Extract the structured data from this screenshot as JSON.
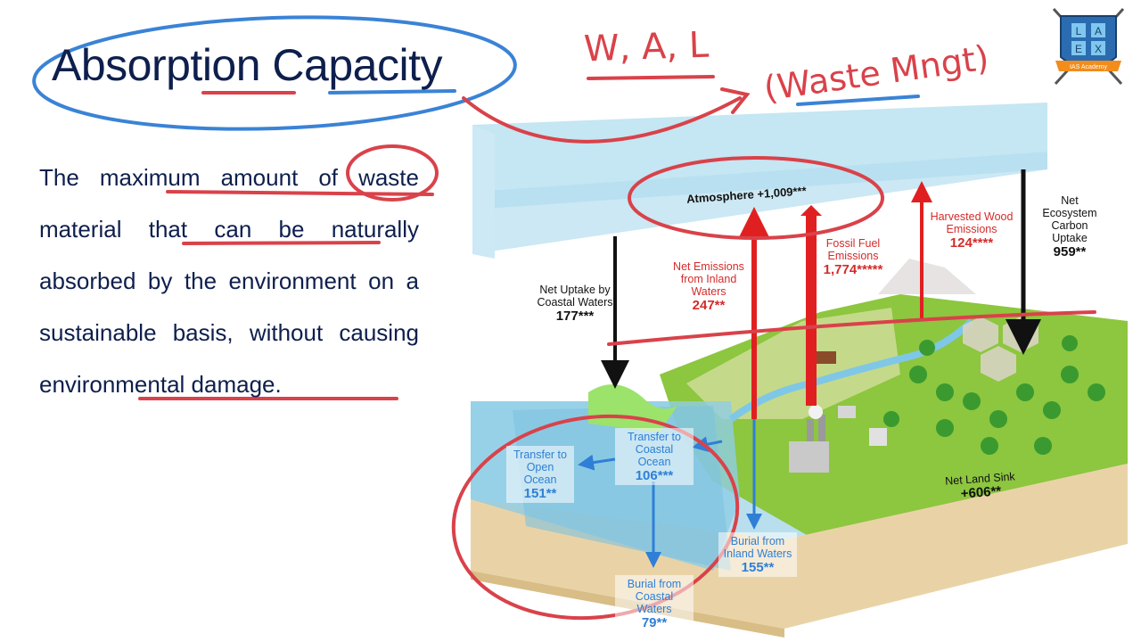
{
  "slide": {
    "title": "Absorption Capacity",
    "definition": "The maximum amount of waste material that can be naturally absorbed by the environment on a sustainable basis, without causing environmental damage."
  },
  "annotations": {
    "handwritten_1": "W, A, L",
    "handwritten_2": "(Waste Mngt)"
  },
  "logo": {
    "letters": [
      "L",
      "A",
      "E",
      "X"
    ],
    "caption": "IAS Academy"
  },
  "diagram": {
    "atmosphere": {
      "label": "Atmosphere",
      "value": "+1,009***"
    },
    "net_uptake_coastal": {
      "label": "Net Uptake by Coastal Waters",
      "value": "177***"
    },
    "net_emissions_inland": {
      "label": "Net Emissions from Inland Waters",
      "value": "247**"
    },
    "fossil_fuel": {
      "label": "Fossil Fuel Emissions",
      "value": "1,774*****"
    },
    "harvested_wood": {
      "label": "Harvested Wood Emissions",
      "value": "124****"
    },
    "net_ecosystem_uptake": {
      "label": "Net Ecosystem Carbon Uptake",
      "value": "959**"
    },
    "transfer_open_ocean": {
      "label": "Transfer to Open Ocean",
      "value": "151**"
    },
    "transfer_coastal_ocean": {
      "label": "Transfer to Coastal Ocean",
      "value": "106***"
    },
    "burial_inland": {
      "label": "Burial from Inland Waters",
      "value": "155**"
    },
    "burial_coastal": {
      "label": "Burial from Coastal Waters",
      "value": "79**"
    },
    "net_land_sink": {
      "label": "Net Land Sink",
      "value": "+606**"
    }
  },
  "colors": {
    "title": "#0e1f4d",
    "annotation_red": "#d9424a",
    "annotation_blue": "#3a83d6",
    "emission_red": "#e02020",
    "flow_blue": "#2f7fd6"
  }
}
